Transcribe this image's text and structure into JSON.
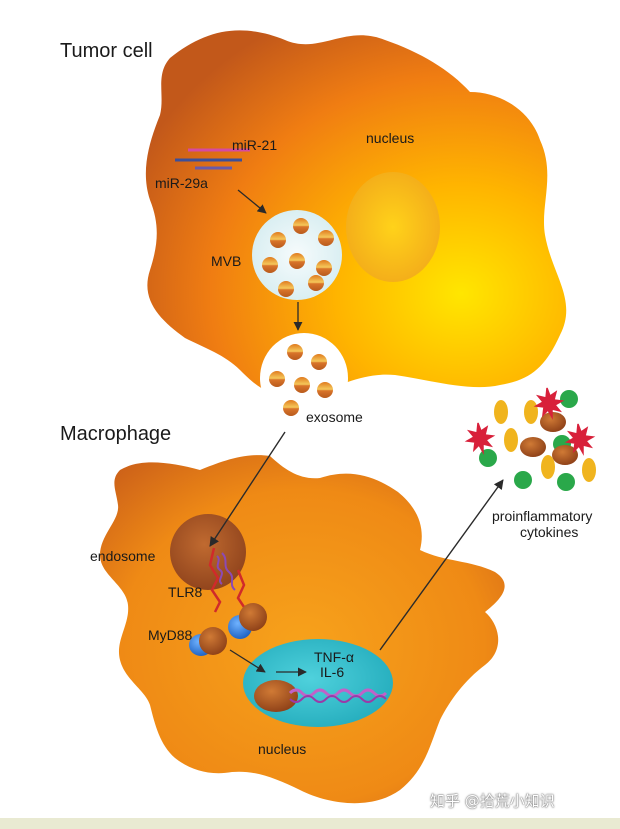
{
  "labels": {
    "tumor_cell": "Tumor cell",
    "mir21": "miR-21",
    "mir29a": "miR-29a",
    "tumor_nucleus": "nucleus",
    "mvb": "MVB",
    "exosome": "exosome",
    "macrophage": "Macrophage",
    "endosome": "endosome",
    "tlr8": "TLR8",
    "myd88": "MyD88",
    "tnf": "TNF-α",
    "il6": "IL-6",
    "macrophage_nucleus": "nucleus",
    "proinflammatory": "proinflammatory",
    "cytokines": "cytokines"
  },
  "watermark": "知乎 @拾荒小知识"
}
